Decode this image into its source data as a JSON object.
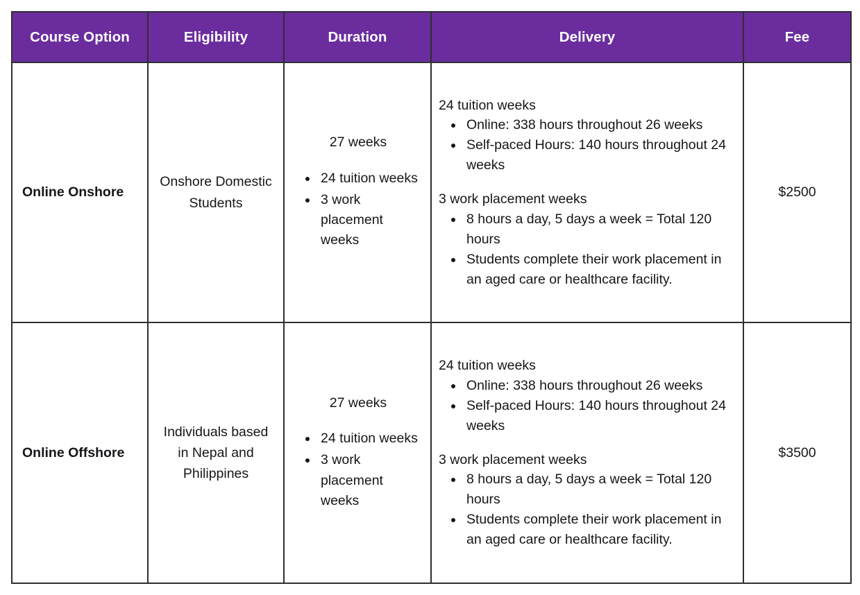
{
  "table": {
    "accent_color": "#6b2d9e",
    "border_color": "#2e2e33",
    "header_text_color": "#ffffff",
    "body_text_color": "#16161a",
    "columns": [
      {
        "key": "course_option",
        "label": "Course Option"
      },
      {
        "key": "eligibility",
        "label": "Eligibility"
      },
      {
        "key": "duration",
        "label": "Duration"
      },
      {
        "key": "delivery",
        "label": "Delivery"
      },
      {
        "key": "fee",
        "label": "Fee"
      }
    ],
    "rows": [
      {
        "course_option": "Online Onshore",
        "eligibility": "Onshore Domestic Students",
        "duration": {
          "total": "27 weeks",
          "items": [
            "24 tuition weeks",
            "3 work placement weeks"
          ]
        },
        "delivery": {
          "groups": [
            {
              "heading": "24 tuition weeks",
              "items": [
                "Online: 338 hours throughout 26 weeks",
                "Self-paced Hours: 140 hours throughout 24 weeks"
              ]
            },
            {
              "heading": "3 work placement weeks",
              "items": [
                "8 hours a day, 5 days a week = Total 120 hours",
                "Students complete their work placement in an aged care or healthcare facility."
              ]
            }
          ]
        },
        "fee": "$2500"
      },
      {
        "course_option": "Online Offshore",
        "eligibility": "Individuals based in Nepal and Philippines",
        "duration": {
          "total": "27 weeks",
          "items": [
            "24 tuition weeks",
            "3 work placement weeks"
          ]
        },
        "delivery": {
          "groups": [
            {
              "heading": "24 tuition weeks",
              "items": [
                "Online: 338 hours throughout 26 weeks",
                "Self-paced Hours: 140 hours throughout 24 weeks"
              ]
            },
            {
              "heading": "3 work placement weeks",
              "items": [
                "8 hours a day, 5 days a week = Total 120 hours",
                "Students complete their work placement in an aged care or healthcare facility."
              ]
            }
          ]
        },
        "fee": "$3500"
      }
    ]
  }
}
